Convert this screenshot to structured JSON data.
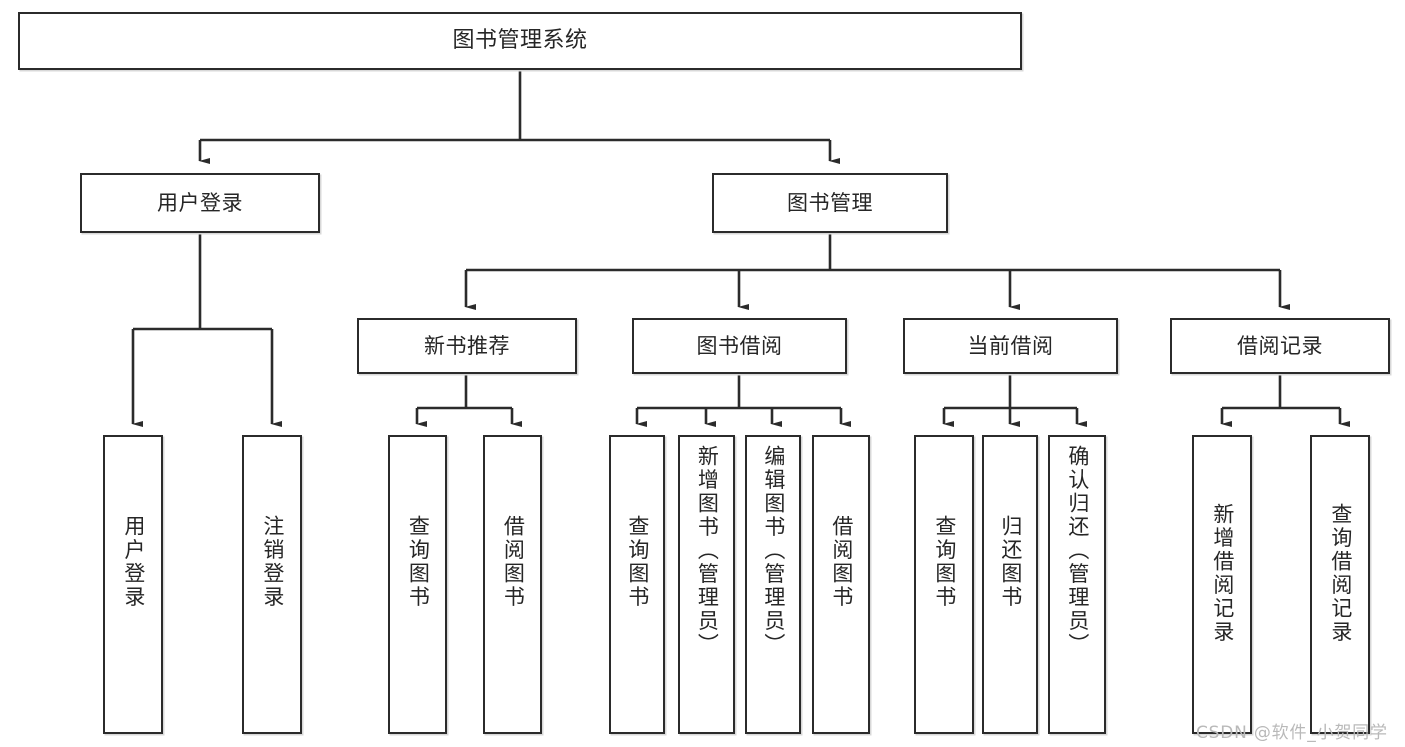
{
  "diagram": {
    "type": "tree",
    "title": "图书管理系统",
    "root": {
      "label": "图书管理系统"
    },
    "level1": [
      {
        "label": "用户登录"
      },
      {
        "label": "图书管理"
      }
    ],
    "level2": [
      {
        "label": "新书推荐"
      },
      {
        "label": "图书借阅"
      },
      {
        "label": "当前借阅"
      },
      {
        "label": "借阅记录"
      }
    ],
    "leaves": {
      "user_login": [
        {
          "label": "用户登录"
        },
        {
          "label": "注销登录"
        }
      ],
      "new_book_recommend": [
        {
          "label": "查询图书"
        },
        {
          "label": "借阅图书"
        }
      ],
      "book_borrow": [
        {
          "label": "查询图书"
        },
        {
          "label": "新增图书（管理员）"
        },
        {
          "label": "编辑图书（管理员）"
        },
        {
          "label": "借阅图书"
        }
      ],
      "current_borrow": [
        {
          "label": "查询图书"
        },
        {
          "label": "归还图书"
        },
        {
          "label": "确认归还（管理员）"
        }
      ],
      "borrow_record": [
        {
          "label": "新增借阅记录"
        },
        {
          "label": "查询借阅记录"
        }
      ]
    }
  },
  "watermark": {
    "text": "CSDN @软件_小贺同学"
  },
  "colors": {
    "border": "#2b2b2b",
    "text": "#262626",
    "background": "#ffffff",
    "wire": "#2b2b2b",
    "watermark": "#b9b9b9"
  }
}
